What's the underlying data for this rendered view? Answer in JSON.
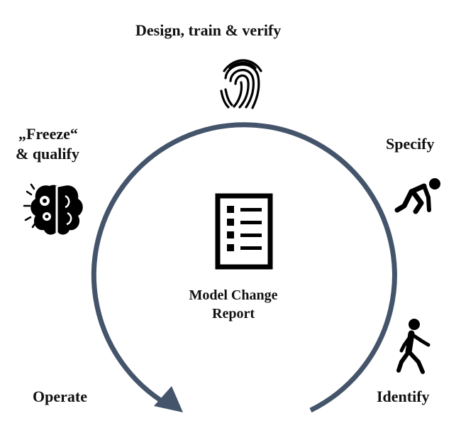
{
  "diagram": {
    "center": {
      "line1": "Model Change",
      "line2": "Report",
      "icon": "checklist-document-icon"
    },
    "stages": [
      {
        "id": "design",
        "label": "Design, train & verify",
        "icon": "fingerprint-icon"
      },
      {
        "id": "specify",
        "label": "Specify",
        "icon": "runner-start-icon"
      },
      {
        "id": "identify",
        "label": "Identify",
        "icon": "walking-person-icon"
      },
      {
        "id": "operate",
        "label": "Operate",
        "icon": ""
      },
      {
        "id": "freeze",
        "label_line1": "„Freeze“",
        "label_line2": "& qualify",
        "icon": "brain-gears-icon"
      }
    ],
    "colors": {
      "cycle": "#44546a",
      "text": "#111111",
      "icon": "#000000"
    }
  }
}
